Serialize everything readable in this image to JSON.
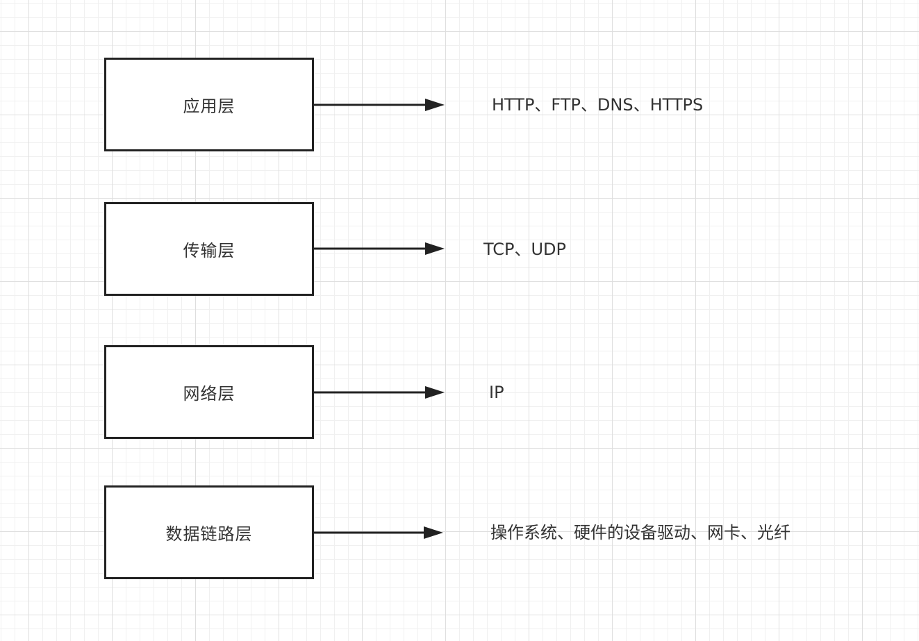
{
  "diagram": {
    "layers": [
      {
        "name": "应用层",
        "protocols": "HTTP、FTP、DNS、HTTPS"
      },
      {
        "name": "传输层",
        "protocols": "TCP、UDP"
      },
      {
        "name": "网络层",
        "protocols": "IP"
      },
      {
        "name": "数据链路层",
        "protocols": "操作系统、硬件的设备驱动、网卡、光纤"
      }
    ],
    "colors": {
      "box_border": "#222222",
      "arrow": "#222222",
      "text": "#333333",
      "grid_major": "#dedede",
      "grid_minor": "#f0f0f0"
    }
  }
}
